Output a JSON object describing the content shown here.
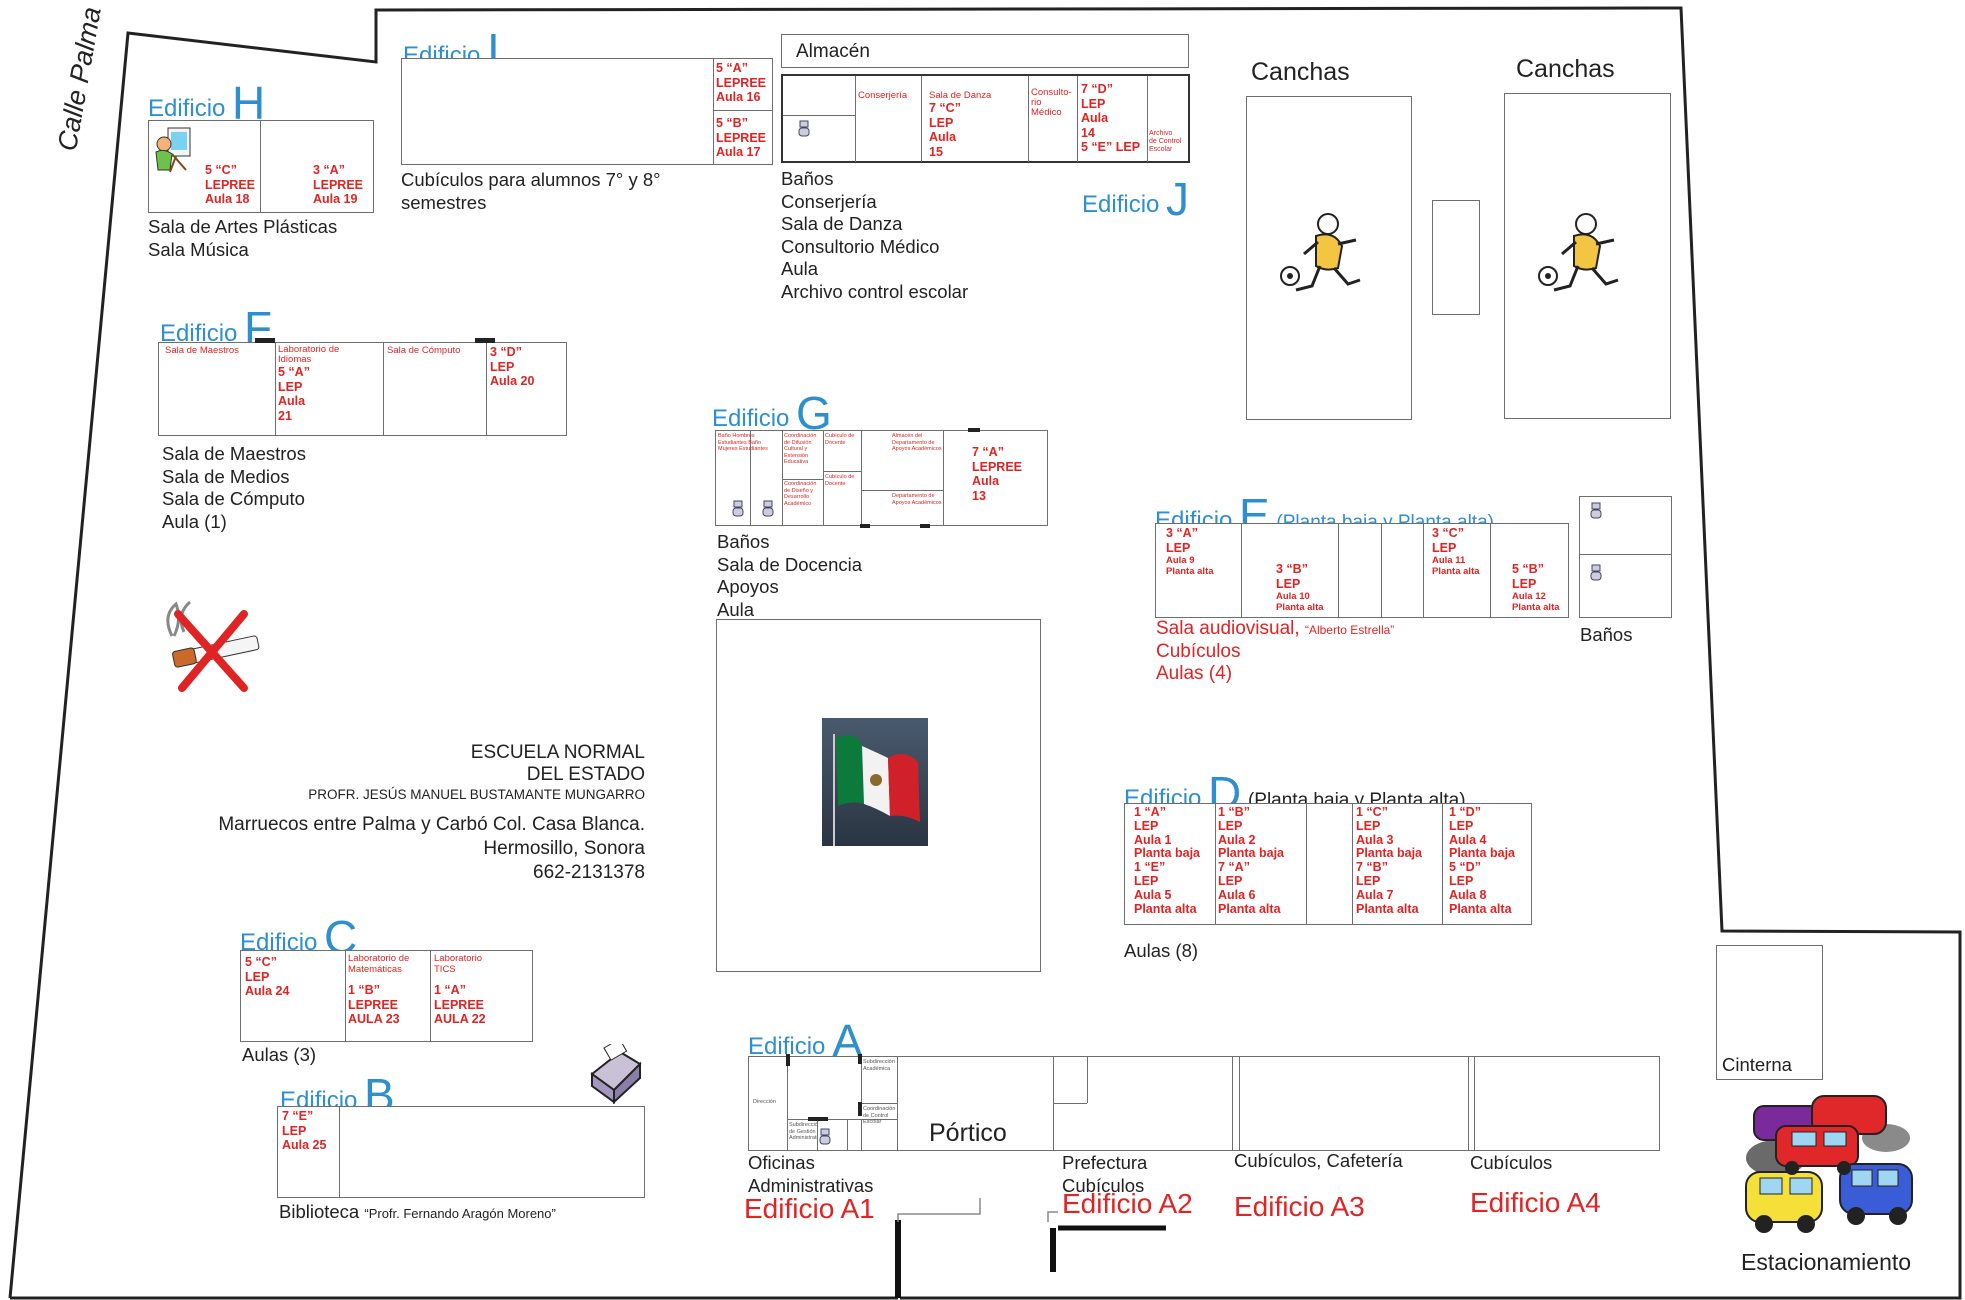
{
  "street": "Calle Palma",
  "edificio_word": "Edificio",
  "H": {
    "letter": "H",
    "rooms": [
      [
        "5 “C”",
        "LEPREE",
        "Aula 18"
      ],
      [
        "3 “A”",
        "LEPREE",
        "Aula 19"
      ]
    ],
    "desc": [
      "Sala de Artes Plásticas",
      "Sala Música"
    ]
  },
  "I": {
    "letter": "I",
    "rooms": [
      [
        "5 “A”",
        "LEPREE",
        "Aula 16"
      ],
      [
        "5 “B”",
        "LEPREE",
        "Aula 17"
      ]
    ],
    "desc": [
      "Cubículos para alumnos 7° y 8°",
      "semestres"
    ]
  },
  "J": {
    "letter": "J",
    "almacen": "Almacén",
    "conserjeria": "Conserjería",
    "danza": "Sala de Danza",
    "room15": [
      "7 “C”",
      "LEP",
      "Aula",
      "15"
    ],
    "consultorio": [
      "Consulto-",
      "rio",
      "Médico"
    ],
    "room14": [
      "7 “D”",
      "LEP",
      "Aula",
      "14"
    ],
    "room5e": "5 “E”  LEP",
    "archivo": [
      "Archivo",
      "de Control",
      "Escolar"
    ],
    "desc": [
      "Baños",
      "Conserjería",
      "Sala de Danza",
      "Consultorio Médico",
      "Aula",
      "Archivo control escolar"
    ]
  },
  "canchas": [
    "Canchas",
    "Canchas"
  ],
  "F": {
    "letter": "F",
    "maestros": "Sala de Maestros",
    "lab": [
      "Laboratorio de",
      "Idiomas"
    ],
    "room21": [
      "5 “A”",
      "LEP",
      "Aula",
      "21"
    ],
    "computo": "Sala de Cómputo",
    "room20": [
      "3 “D”",
      "LEP",
      "Aula 20"
    ],
    "desc": [
      "Sala de Maestros",
      "Sala de Medios",
      "Sala de Cómputo",
      "Aula (1)"
    ]
  },
  "G": {
    "letter": "G",
    "cells": {
      "banos": "Baño Hombres Estudiantes  Baño Mujeres Estudiantes",
      "coord1": "Coordinación de Difusión Cultural y Extensión Educativa",
      "coord2": "Coordinación de Diseño y Desarrollo Académico",
      "cub1": "Cubículo de Docente",
      "cub2": "Cubículo de Docente",
      "almacen": "Almacén del Departamento de Apoyos Académicos",
      "depto": "Departamento de Apoyos Académicos"
    },
    "room13": [
      "7 “A”",
      "LEPREE",
      "Aula",
      "13"
    ],
    "desc": [
      "Baños",
      "Sala de Docencia",
      "Apoyos",
      "Aula"
    ]
  },
  "E": {
    "letter": "E",
    "sub": "(Planta baja y Planta alta)",
    "rooms": [
      [
        "3 “A”",
        "LEP",
        "Aula 9",
        "Planta alta"
      ],
      [
        "3 “B”",
        "LEP",
        "Aula 10",
        "Planta alta"
      ],
      [
        "3 “C”",
        "LEP",
        "Aula 11",
        "Planta alta"
      ],
      [
        "5 “B”",
        "LEP",
        "Aula 12",
        "Planta alta"
      ]
    ],
    "sala": "Sala audiovisual,",
    "sala_name": "“Alberto Estrella”",
    "desc": [
      "Cubículos",
      "Aulas (4)"
    ],
    "banos": "Baños"
  },
  "D": {
    "letter": "D",
    "sub": "(Planta baja y Planta alta)",
    "rooms": [
      [
        "1 “A”",
        "LEP",
        "Aula 1",
        "Planta baja",
        "1 “E”",
        "LEP",
        "Aula 5",
        "Planta alta"
      ],
      [
        "1 “B”",
        "LEP",
        "Aula 2",
        "Planta baja",
        "7 “A”",
        "LEP",
        "Aula 6",
        "Planta alta"
      ],
      [
        "1 “C”",
        "LEP",
        "Aula 3",
        "Planta baja",
        "7 “B”",
        "LEP",
        "Aula 7",
        "Planta alta"
      ],
      [
        "1 “D”",
        "LEP",
        "Aula 4",
        "Planta baja",
        "5 “D”",
        "LEP",
        "Aula 8",
        "Planta alta"
      ]
    ],
    "desc": "Aulas (8)"
  },
  "school": {
    "name1": "ESCUELA NORMAL",
    "name2": "DEL ESTADO",
    "name3": "PROFR. JESÚS MANUEL BUSTAMANTE MUNGARRO",
    "addr1": "Marruecos entre Palma y Carbó Col. Casa Blanca.",
    "addr2": "Hermosillo, Sonora",
    "phone": "662-2131378"
  },
  "C": {
    "letter": "C",
    "room24": [
      "5 “C”",
      "LEP",
      "Aula 24"
    ],
    "labmat": [
      "Laboratorio de",
      "Matemáticas"
    ],
    "room23": [
      "1 “B”",
      "LEPREE",
      "AULA 23"
    ],
    "labtics": [
      "Laboratorio",
      "TICS"
    ],
    "room22": [
      "1 “A”",
      "LEPREE",
      "AULA 22"
    ],
    "desc": "Aulas (3)"
  },
  "B": {
    "letter": "B",
    "room25": [
      "7 “E”",
      "LEP",
      "Aula 25"
    ],
    "desc": "Biblioteca",
    "desc_name": "“Profr. Fernando Aragón Moreno”"
  },
  "A": {
    "letter": "A",
    "direccion": "Dirección",
    "subdir1": "Subdirección Académica",
    "coord": "Coordinación de Control Escolar",
    "subdir2": "Subdirección de Gestión Administrativa",
    "portico": "Pórtico",
    "a1_desc": [
      "Oficinas",
      "Administrativas"
    ],
    "a1": "Edificio A1",
    "a2_desc": [
      "Prefectura",
      "Cubículos"
    ],
    "a2": "Edificio A2",
    "a3_desc": "Cubículos, Cafetería",
    "a3": "Edificio A3",
    "a4_desc": "Cubículos",
    "a4": "Edificio A4"
  },
  "cisterna": "Cinterna",
  "parking": "Estacionamiento",
  "icons": [
    "painter-icon",
    "soccer-player-icon",
    "no-smoking-icon",
    "mexican-flag-icon",
    "printer-icon",
    "cars-icon",
    "toilet-icon"
  ]
}
